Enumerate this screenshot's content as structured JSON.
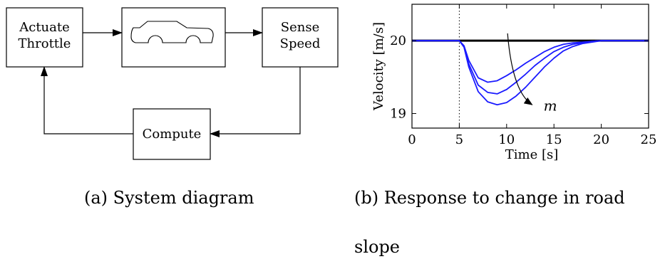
{
  "diagram": {
    "blocks": {
      "actuate": [
        "Actuate",
        "Throttle"
      ],
      "car_icon": "car-icon",
      "sense": [
        "Sense",
        "Speed"
      ],
      "compute": "Compute"
    },
    "caption": "(a) System diagram"
  },
  "chart_data": {
    "type": "line",
    "title": "",
    "xlabel": "Time [s]",
    "ylabel": "Velocity [m/s]",
    "xlim": [
      0,
      25
    ],
    "ylim": [
      18.8,
      20.5
    ],
    "xticks": [
      "0",
      "5",
      "10",
      "15",
      "20",
      "25"
    ],
    "yticks": [
      "19",
      "20"
    ],
    "event_marker_x": 5,
    "reference": {
      "x": [
        0,
        25
      ],
      "y": [
        20,
        20
      ],
      "color": "#000000"
    },
    "series": [
      {
        "color": "#1a1aff",
        "x": [
          0,
          5,
          5.5,
          6,
          7,
          8,
          9,
          10,
          11,
          12,
          13,
          14,
          15,
          16,
          17,
          18,
          19,
          20,
          22,
          25
        ],
        "y": [
          20,
          20,
          19.93,
          19.73,
          19.49,
          19.43,
          19.45,
          19.52,
          19.6,
          19.69,
          19.77,
          19.85,
          19.91,
          19.95,
          19.97,
          19.98,
          19.99,
          20,
          20,
          20
        ]
      },
      {
        "color": "#1a1aff",
        "x": [
          0,
          5,
          5.5,
          6,
          7,
          8,
          9,
          10,
          11,
          12,
          13,
          14,
          15,
          16,
          17,
          18,
          19,
          20,
          22,
          25
        ],
        "y": [
          20,
          20,
          19.92,
          19.68,
          19.39,
          19.29,
          19.27,
          19.33,
          19.43,
          19.54,
          19.66,
          19.76,
          19.85,
          19.91,
          19.95,
          19.97,
          19.99,
          20,
          20,
          20
        ]
      },
      {
        "color": "#1a1aff",
        "x": [
          0,
          5,
          5.5,
          6,
          7,
          8,
          9,
          10,
          11,
          12,
          13,
          14,
          15,
          16,
          17,
          18,
          19,
          20,
          22,
          25
        ],
        "y": [
          20,
          20,
          19.91,
          19.64,
          19.3,
          19.16,
          19.12,
          19.15,
          19.24,
          19.36,
          19.5,
          19.64,
          19.76,
          19.86,
          19.92,
          19.96,
          19.98,
          20,
          20,
          20
        ]
      }
    ],
    "annotation": "m",
    "caption_lines": [
      "(b) Response to change in road",
      "slope"
    ]
  }
}
